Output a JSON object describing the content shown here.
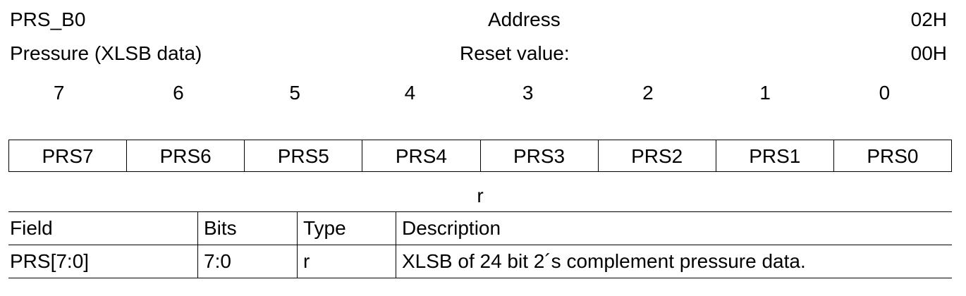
{
  "register": {
    "name": "PRS_B0",
    "description": "Pressure (XLSB data)",
    "address_label": "Address",
    "address_value": "02H",
    "reset_label": "Reset value:",
    "reset_value": "00H"
  },
  "bit_numbers": [
    "7",
    "6",
    "5",
    "4",
    "3",
    "2",
    "1",
    "0"
  ],
  "bit_fields": [
    "PRS7",
    "PRS6",
    "PRS5",
    "PRS4",
    "PRS3",
    "PRS2",
    "PRS1",
    "PRS0"
  ],
  "access": "r",
  "field_table": {
    "headers": {
      "field": "Field",
      "bits": "Bits",
      "type": "Type",
      "description": "Description"
    },
    "rows": [
      {
        "field": "PRS[7:0]",
        "bits": "7:0",
        "type": "r",
        "description": "XLSB of 24 bit 2´s complement pressure data."
      }
    ]
  }
}
